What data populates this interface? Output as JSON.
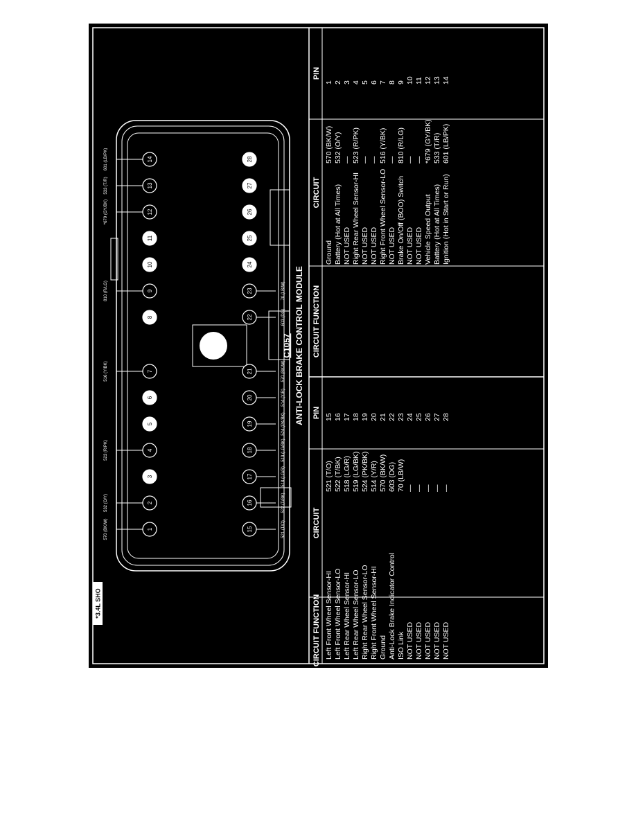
{
  "module": {
    "connector_id": "C1057",
    "title": "ANTI-LOCK BRAKE CONTROL MODULE",
    "note": "*3.4L SHO"
  },
  "table": {
    "headers": {
      "pin": "PIN",
      "circuit": "CIRCUIT",
      "function": "CIRCUIT FUNCTION"
    },
    "left_rows": [
      {
        "pin": "1",
        "circuit": "570 (BK/W)",
        "function": "Ground"
      },
      {
        "pin": "2",
        "circuit": "532 (O/Y)",
        "function": "Battery (Hot at All Times)"
      },
      {
        "pin": "3",
        "circuit": "—",
        "function": "NOT USED"
      },
      {
        "pin": "4",
        "circuit": "523 (R/PK)",
        "function": "Right Rear Wheel Sensor-HI"
      },
      {
        "pin": "5",
        "circuit": "—",
        "function": "NOT USED"
      },
      {
        "pin": "6",
        "circuit": "—",
        "function": "NOT USED"
      },
      {
        "pin": "7",
        "circuit": "516 (Y/BK)",
        "function": "Right Front Wheel Sensor-LO"
      },
      {
        "pin": "8",
        "circuit": "—",
        "function": "NOT USED"
      },
      {
        "pin": "9",
        "circuit": "810 (R/LG)",
        "function": "Brake On/Off (BOO) Switch"
      },
      {
        "pin": "10",
        "circuit": "—",
        "function": "NOT USED"
      },
      {
        "pin": "11",
        "circuit": "—",
        "function": "NOT USED"
      },
      {
        "pin": "12",
        "circuit": "*679 (GY/BK)",
        "function": "Vehicle Speed Output"
      },
      {
        "pin": "13",
        "circuit": "533 (T/R)",
        "function": "Battery (Hot at All Times)"
      },
      {
        "pin": "14",
        "circuit": "601 (LB/PK)",
        "function": "Ignition (Hot in Start or Run)"
      }
    ],
    "right_rows": [
      {
        "pin": "15",
        "circuit": "521 (T/O)",
        "function": "Left Front Wheel Sensor-HI"
      },
      {
        "pin": "16",
        "circuit": "522 (T/BK)",
        "function": "Left Front Wheel Sensor-LO"
      },
      {
        "pin": "17",
        "circuit": "518 (LG/R)",
        "function": "Left Rear Wheel Sensor-HI"
      },
      {
        "pin": "18",
        "circuit": "519 (LG/BK)",
        "function": "Left Rear Wheel Sensor-LO"
      },
      {
        "pin": "19",
        "circuit": "524 (PK/BK)",
        "function": "Right Rear Wheel Sensor-LO"
      },
      {
        "pin": "20",
        "circuit": "514 (Y/R)",
        "function": "Right Front Wheel Sensor-HI"
      },
      {
        "pin": "21",
        "circuit": "570 (BK/W)",
        "function": "Ground"
      },
      {
        "pin": "22",
        "circuit": "603 (DG)",
        "function": "Anti-Lock Brake Indicator Control"
      },
      {
        "pin": "23",
        "circuit": "70 (LB/W)",
        "function": "ISO Link"
      },
      {
        "pin": "24",
        "circuit": "—",
        "function": "NOT USED"
      },
      {
        "pin": "25",
        "circuit": "—",
        "function": "NOT USED"
      },
      {
        "pin": "26",
        "circuit": "—",
        "function": "NOT USED"
      },
      {
        "pin": "27",
        "circuit": "—",
        "function": "NOT USED"
      },
      {
        "pin": "28",
        "circuit": "—",
        "function": "NOT USED"
      }
    ]
  },
  "connector": {
    "top_row": [
      {
        "pin": "1",
        "used": true,
        "label": "570 (BK/W)"
      },
      {
        "pin": "2",
        "used": true,
        "label": "532 (O/Y)"
      },
      {
        "pin": "3",
        "used": false
      },
      {
        "pin": "4",
        "used": true,
        "label": "523 (R/PK)"
      },
      {
        "pin": "5",
        "used": false
      },
      {
        "pin": "6",
        "used": false
      },
      {
        "pin": "7",
        "used": true,
        "label": "516 (Y/BK)"
      },
      {
        "pin": "8",
        "used": false
      },
      {
        "pin": "9",
        "used": true,
        "label": "810 (R/LG)"
      },
      {
        "pin": "10",
        "used": false
      },
      {
        "pin": "11",
        "used": false
      },
      {
        "pin": "12",
        "used": true,
        "label": "*679 (GY/BK)"
      },
      {
        "pin": "13",
        "used": true,
        "label": "533 (T/R)"
      },
      {
        "pin": "14",
        "used": true,
        "label": "601 (LB/PK)"
      }
    ],
    "bottom_row": [
      {
        "pin": "15",
        "used": true,
        "label": "521 (T/O)"
      },
      {
        "pin": "16",
        "used": true,
        "label": "522 (T/BK)"
      },
      {
        "pin": "17",
        "used": true,
        "label": "518 (LG/R)"
      },
      {
        "pin": "18",
        "used": true,
        "label": "519 (LG/BK)"
      },
      {
        "pin": "19",
        "used": true,
        "label": "524 (PK/BK)"
      },
      {
        "pin": "20",
        "used": true,
        "label": "514 (Y/R)"
      },
      {
        "pin": "21",
        "used": true,
        "label": "570 (BK/W)"
      },
      {
        "pin": "22",
        "used": true,
        "label": "603 (DG)"
      },
      {
        "pin": "23",
        "used": true,
        "label": "70 (LB/W)"
      },
      {
        "pin": "24",
        "used": false
      },
      {
        "pin": "25",
        "used": false
      },
      {
        "pin": "26",
        "used": false
      },
      {
        "pin": "27",
        "used": false
      },
      {
        "pin": "28",
        "used": false
      }
    ]
  },
  "colors": {
    "background": "#000000",
    "foreground": "#ffffff"
  }
}
